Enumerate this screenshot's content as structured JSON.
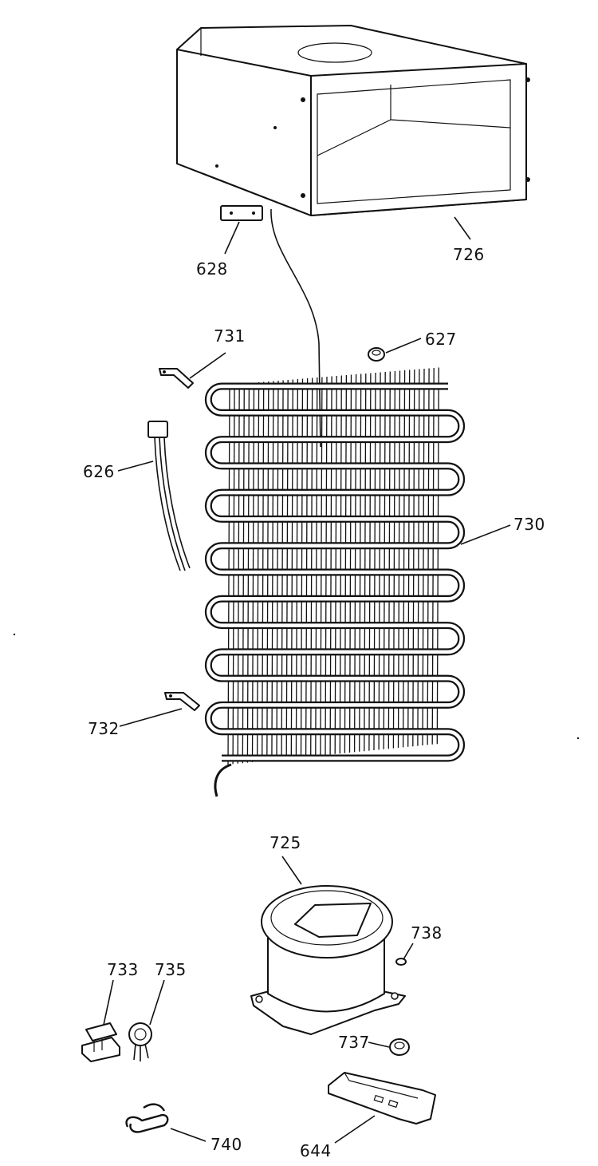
{
  "labels": {
    "p726": "726",
    "p628": "628",
    "p731": "731",
    "p627": "627",
    "p626": "626",
    "p730": "730",
    "p732": "732",
    "p725": "725",
    "p738": "738",
    "p733": "733",
    "p735": "735",
    "p737": "737",
    "p740": "740",
    "p644": "644"
  }
}
